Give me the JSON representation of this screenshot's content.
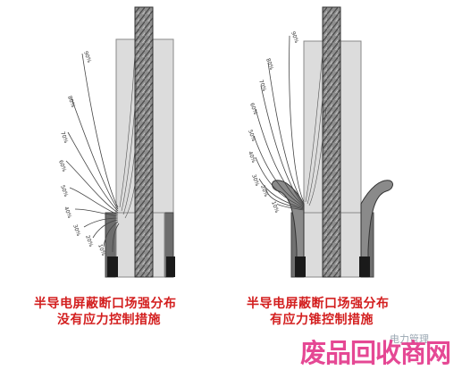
{
  "left": {
    "caption_line1": "半导电屏蔽断口场强分布",
    "caption_line2": "没有应力控制措施",
    "labels": [
      "90%",
      "80%",
      "70%",
      "60%",
      "50%",
      "40%",
      "30%",
      "20%",
      "10%"
    ]
  },
  "right": {
    "caption_line1": "半导电屏蔽断口场强分布",
    "caption_line2": "有应力锥控制措施",
    "labels": [
      "90%",
      "80%",
      "70%",
      "60%",
      "50%",
      "40%",
      "30%",
      "20%",
      "10%"
    ]
  },
  "watermark": {
    "main_text": "废品回收商网",
    "small_text": "电力管理",
    "color": "#e3398c"
  }
}
